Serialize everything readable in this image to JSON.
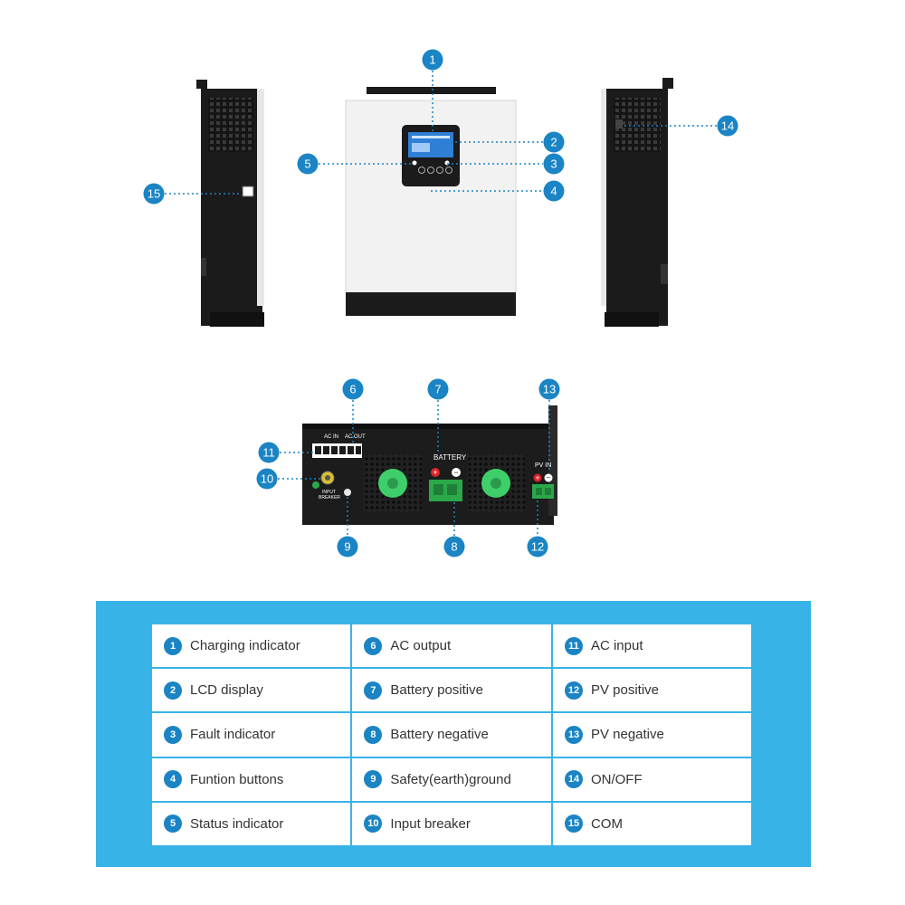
{
  "colors": {
    "accent_blue": "#1a84c4",
    "panel_blue": "#38b3e8",
    "unit_black": "#1b1b1b",
    "unit_white": "#f2f2f2",
    "terminal_green": "#2aa84a",
    "fan_green": "#3fcf6a",
    "positive_red": "#d9252a"
  },
  "callouts": [
    {
      "number": "1"
    },
    {
      "number": "2"
    },
    {
      "number": "3"
    },
    {
      "number": "4"
    },
    {
      "number": "5"
    },
    {
      "number": "6"
    },
    {
      "number": "7"
    },
    {
      "number": "8"
    },
    {
      "number": "9"
    },
    {
      "number": "10"
    },
    {
      "number": "11"
    },
    {
      "number": "12"
    },
    {
      "number": "13"
    },
    {
      "number": "14"
    },
    {
      "number": "15"
    }
  ],
  "unit_labels": {
    "ac_in": "AC IN",
    "ac_out": "AC OUT",
    "battery": "BATTERY",
    "pv_in": "PV IN",
    "input_breaker_line1": "INPUT",
    "input_breaker_line2": "BREAKER",
    "plus": "+",
    "minus": "−"
  },
  "legend": [
    [
      {
        "number": "1",
        "label": "Charging indicator"
      },
      {
        "number": "6",
        "label": "AC output"
      },
      {
        "number": "11",
        "label": "AC input"
      }
    ],
    [
      {
        "number": "2",
        "label": "LCD display"
      },
      {
        "number": "7",
        "label": "Battery positive"
      },
      {
        "number": "12",
        "label": "PV positive"
      }
    ],
    [
      {
        "number": "3",
        "label": "Fault indicator"
      },
      {
        "number": "8",
        "label": "Battery negative"
      },
      {
        "number": "13",
        "label": "PV negative"
      }
    ],
    [
      {
        "number": "4",
        "label": "Funtion buttons"
      },
      {
        "number": "9",
        "label": "Safety(earth)ground"
      },
      {
        "number": "14",
        "label": "ON/OFF"
      }
    ],
    [
      {
        "number": "5",
        "label": "Status indicator"
      },
      {
        "number": "10",
        "label": "Input breaker"
      },
      {
        "number": "15",
        "label": "COM"
      }
    ]
  ]
}
